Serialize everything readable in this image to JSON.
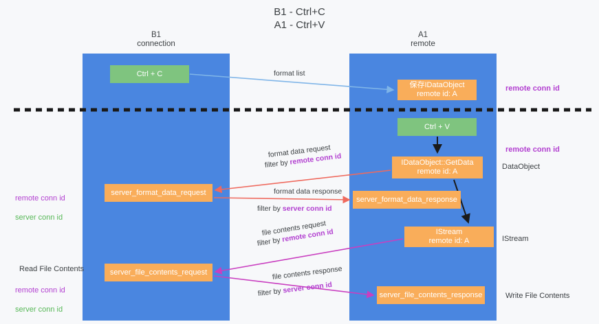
{
  "title": "B1 - Ctrl+C\nA1 - Ctrl+V",
  "lanes": [
    {
      "name": "b1",
      "header": "B1\nconnection"
    },
    {
      "name": "a1",
      "header": "A1\nremote"
    }
  ],
  "nodes": {
    "ctrl_c": "Ctrl + C",
    "data_object": "保存IDataObject\nremote id: A",
    "ctrl_v": "Ctrl + V",
    "get_data": "IDataObject::GetData\nremote id: A",
    "server_format_data_request": "server_format_data_request",
    "server_format_data_response": "server_format_data_response",
    "istream": "IStream\nremote id: A",
    "server_file_contents_request": "server_file_contents_request",
    "server_file_contents_response": "server_file_contents_response"
  },
  "annotations": {
    "right_remote_conn_id_top": "remote conn id",
    "right_remote_conn_id_mid": "remote conn id",
    "right_dataobject": "DataObject",
    "right_istream": "IStream",
    "right_write_file_contents": "Write File Contents",
    "left_remote_conn_id": "remote conn id",
    "left_server_conn_id": "server conn id",
    "left_read_file_contents": "Read File Contents",
    "left_remote_conn_id_2": "remote conn id",
    "left_server_conn_id_2": "server conn id"
  },
  "edge_labels": {
    "format_list": "format list",
    "format_data_request": "format data request",
    "filter_by": "filter by ",
    "remote_conn_id": "remote conn id",
    "server_conn_id": "server conn id",
    "format_data_response": "format data response",
    "file_contents_request": "file contents request",
    "file_contents_response": "file contents response"
  },
  "colors": {
    "lane": "#4a86e0",
    "green_node": "#7fc47f",
    "orange_node": "#f9ad5a",
    "purple_text": "#b23fd0",
    "green_text": "#57b857",
    "blue_arrow": "#7fb5e8",
    "red_arrow": "#ef6a5e",
    "magenta_arrow": "#c93fc0",
    "black_arrow": "#1a1a1a",
    "background": "#f7f8fa"
  }
}
